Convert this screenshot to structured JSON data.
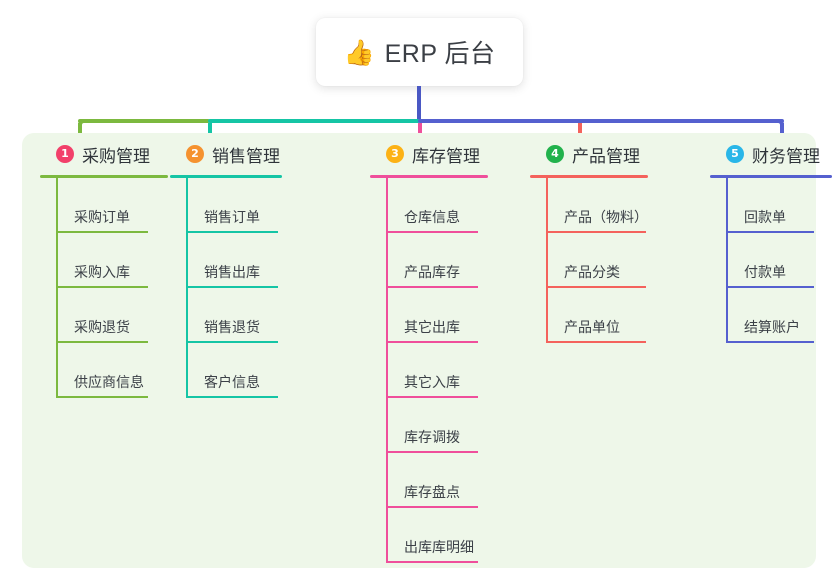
{
  "diagram": {
    "root": {
      "emoji": "👍",
      "icon_name": "thumbs-up-icon",
      "label": "ERP 后台"
    },
    "panel_color": "#eef7e9",
    "connector_colors": {
      "stem": "#4a58c4",
      "bus_left": "#7cb93f",
      "bus_mid": "#15c5a5",
      "bus_right": "#5560cf"
    },
    "columns": [
      {
        "number": "1",
        "title": "采购管理",
        "badge_color": "#f2406a",
        "line_color": "#7cb93f",
        "drop_color": "#7cb93f",
        "items": [
          {
            "label": "采购订单"
          },
          {
            "label": "采购入库"
          },
          {
            "label": "采购退货"
          },
          {
            "label": "供应商信息"
          }
        ]
      },
      {
        "number": "2",
        "title": "销售管理",
        "badge_color": "#f5922f",
        "line_color": "#15c5a5",
        "drop_color": "#15c5a5",
        "items": [
          {
            "label": "销售订单"
          },
          {
            "label": "销售出库"
          },
          {
            "label": "销售退货"
          },
          {
            "label": "客户信息"
          }
        ]
      },
      {
        "number": "3",
        "title": "库存管理",
        "badge_color": "#fcb215",
        "line_color": "#ef4f9b",
        "drop_color": "#ef4f9b",
        "items": [
          {
            "label": "仓库信息"
          },
          {
            "label": "产品库存"
          },
          {
            "label": "其它出库"
          },
          {
            "label": "其它入库"
          },
          {
            "label": "库存调拨"
          },
          {
            "label": "库存盘点"
          },
          {
            "label": "出库库明细"
          }
        ]
      },
      {
        "number": "4",
        "title": "产品管理",
        "badge_color": "#22b24c",
        "line_color": "#f4625c",
        "drop_color": "#f4625c",
        "items": [
          {
            "label": "产品（物料）"
          },
          {
            "label": "产品分类"
          },
          {
            "label": "产品单位"
          }
        ]
      },
      {
        "number": "5",
        "title": "财务管理",
        "badge_color": "#29b6e8",
        "line_color": "#5560cf",
        "drop_color": "#5560cf",
        "items": [
          {
            "label": "回款单"
          },
          {
            "label": "付款单"
          },
          {
            "label": "结算账户"
          }
        ]
      }
    ]
  }
}
